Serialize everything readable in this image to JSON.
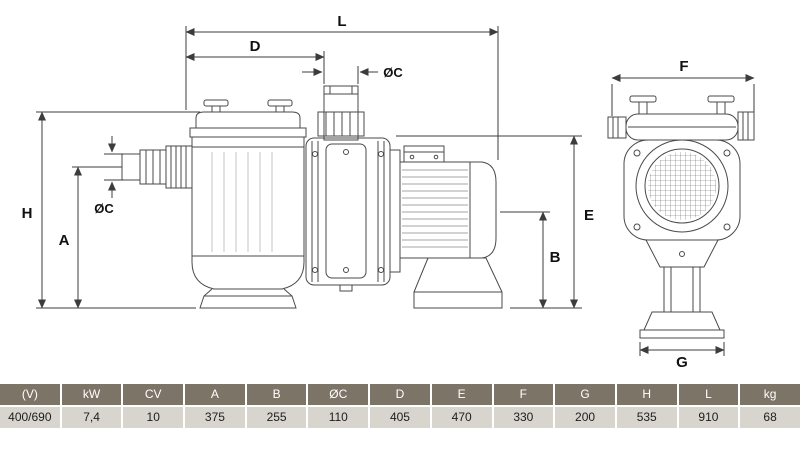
{
  "diagram": {
    "labels": {
      "L": "L",
      "D": "D",
      "oc_top": "ØC",
      "H": "H",
      "A": "A",
      "oc_inlet": "ØC",
      "E": "E",
      "B": "B",
      "F": "F",
      "G": "G"
    }
  },
  "table": {
    "headers": [
      "(V)",
      "kW",
      "CV",
      "A",
      "B",
      "ØC",
      "D",
      "E",
      "F",
      "G",
      "H",
      "L",
      "kg"
    ],
    "values": [
      "400/690",
      "7,4",
      "10",
      "375",
      "255",
      "110",
      "405",
      "470",
      "330",
      "200",
      "535",
      "910",
      "68"
    ]
  },
  "colors": {
    "table_header_bg": "#7d7468",
    "table_row_bg": "#d8d5cf",
    "line_color": "#3c3c3c"
  }
}
